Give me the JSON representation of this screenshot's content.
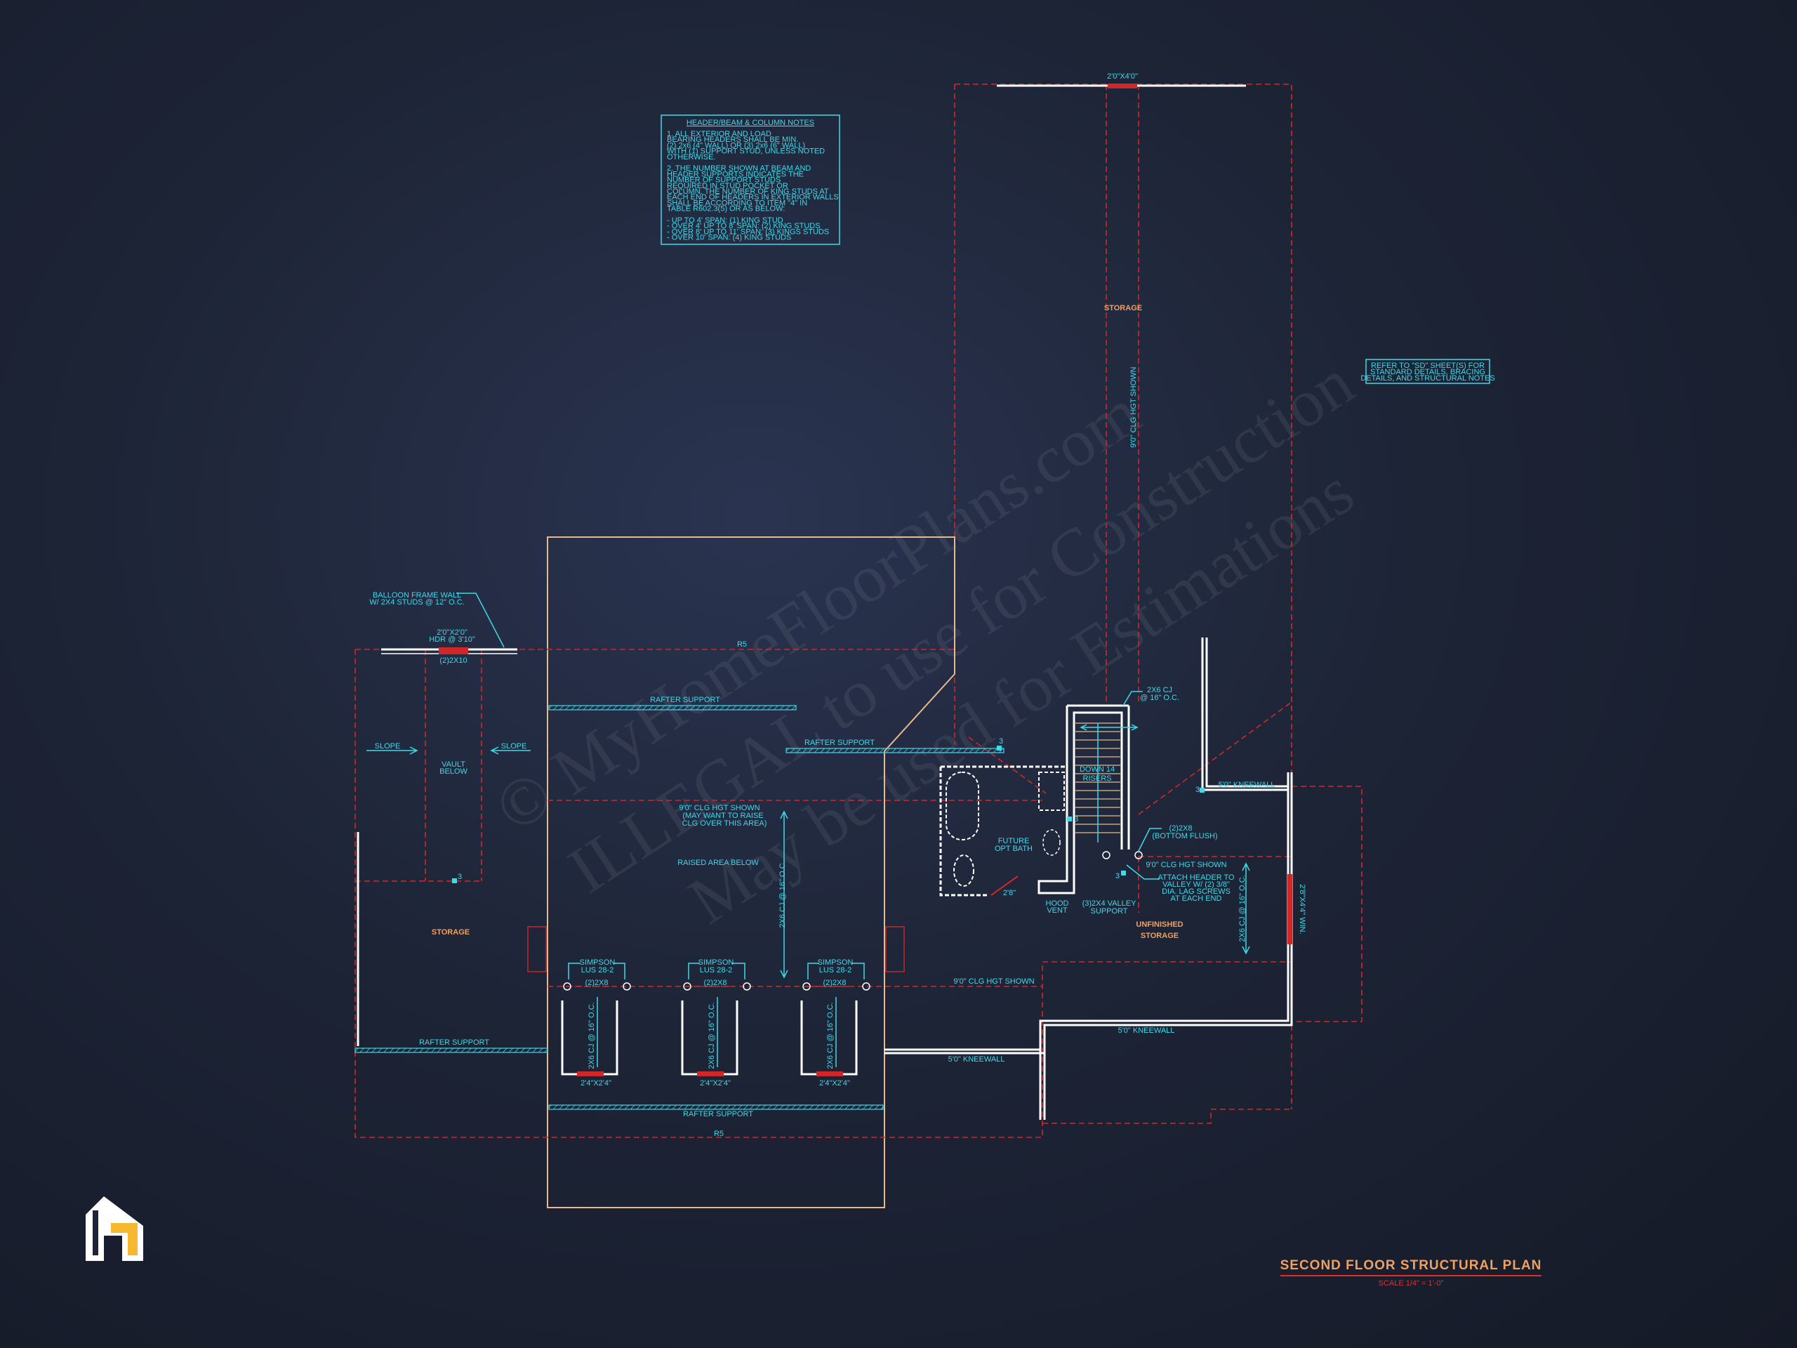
{
  "notes": {
    "title": "HEADER/BEAM & COLUMN NOTES",
    "lines": [
      "1. ALL EXTERIOR AND LOAD",
      "BEARING HEADERS SHALL BE MIN.",
      "(2) 2x6 (4\" WALL) OR (3) 2x6 (6\" WALL)",
      "WITH (1) SUPPORT STUD, UNLESS NOTED",
      "OTHERWISE.",
      "",
      "2. THE NUMBER SHOWN AT BEAM AND",
      "HEADER SUPPORTS INDICATES THE",
      "NUMBER OF SUPPORT STUDS",
      "REQUIRED IN STUD POCKET OR",
      "COLUMN. THE NUMBER OF KING STUDS AT",
      "EACH END OF HEADERS IN EXTERIOR WALLS",
      "SHALL BE ACCORDING TO ITEM \"4\" IN",
      "TABLE R602.3(5) OR AS BELOW:",
      "",
      "- UP TO 4' SPAN: (1) KING STUD",
      "- OVER 4' UP TO 8' SPAN: (2) KING STUDS",
      "- OVER 8' UP TO 11' SPAN: (3) KINGS STUDS",
      "- OVER 10' SPAN: (4) KING STUDS"
    ]
  },
  "refer_note": [
    "REFER TO \"SD\" SHEET(S) FOR",
    "STANDARD DETAILS, BRACING",
    "DETAILS, AND STRUCTURAL NOTES"
  ],
  "watermark": {
    "line1": "© MyHomeFloorPlans.com",
    "line2": "ILLEGAL to use for Construction",
    "line3": "May be used for Estimations"
  },
  "labels": {
    "storage_top": "STORAGE",
    "storage_left": "STORAGE",
    "unfinished_1": "UNFINISHED",
    "unfinished_2": "STORAGE",
    "window_top": "2'0\"X4'0\"",
    "clg_vertical": "9'0\" CLG HGT SHOWN",
    "balloon_1": "BALLOON FRAME WALL",
    "balloon_2": "W/ 2X4 STUDS @ 12\" O.C.",
    "hdr_1": "2'0\"X2'0\"",
    "hdr_2": "HDR @ 3'10\"",
    "hdr_3": "(2)2X10",
    "r5_top": "R5",
    "r5_bottom": "R5",
    "rafter_support_1": "RAFTER SUPPORT",
    "rafter_support_2": "RAFTER SUPPORT",
    "rafter_support_3": "RAFTER SUPPORT",
    "rafter_support_4": "RAFTER SUPPORT",
    "slope_left": "SLOPE",
    "slope_right": "SLOPE",
    "vault_1": "VAULT",
    "vault_2": "BELOW",
    "clg_mid_1": "9'0\" CLG HGT SHOWN",
    "clg_mid_2": "(MAY WANT TO RAISE",
    "clg_mid_3": "CLG OVER THIS AREA)",
    "raised_area": "RAISED AREA BELOW",
    "cj_mid": "2X6 CJ @ 16\" O.C.",
    "simpson_1": "SIMPSON",
    "simpson_2": "LUS 28-2",
    "simpson_3": "(2)2X8",
    "cj_small": "2X6 CJ @ 16\" O.C.",
    "opening": "2'4\"X2'4\"",
    "clg_lower": "9'0\" CLG HGT SHOWN",
    "kneewall_1": "5'0\" KNEEWALL",
    "kneewall_2": "5'0\" KNEEWALL",
    "kneewall_3": "5'0\" KNEEWALL",
    "cj_stair_1": "2X6 CJ",
    "cj_stair_2": "@ 16\" O.C.",
    "down_1": "DOWN 14",
    "down_2": "RISERS",
    "bath_1": "FUTURE",
    "bath_2": "OPT BATH",
    "dim_28": "2'8\"",
    "hood_1": "HOOD",
    "hood_2": "VENT",
    "valley_1": "(3)2X4 VALLEY",
    "valley_2": "SUPPORT",
    "flush_1": "(2)2X8",
    "flush_2": "(BOTTOM FLUSH)",
    "clg_right": "9'0\" CLG HGT SHOWN",
    "attach_1": "ATTACH HEADER TO",
    "attach_2": "VALLEY W/ (2) 3/8\"",
    "attach_3": "DIA. LAG SCREWS",
    "attach_4": "AT EACH END",
    "cj_right": "2X6 CJ @ 16\" O.C.",
    "win_right": "2'8\"X4'4\" WIN.",
    "num3": "3"
  },
  "title": {
    "main": "SECOND FLOOR STRUCTURAL PLAN",
    "scale": "SCALE 1/4\" = 1'-0\""
  },
  "colors": {
    "background": "#1d2436",
    "cyan": "#3fd9e8",
    "red": "#d02828",
    "orange": "#f0a060",
    "tan": "#e8b98a",
    "logo_white": "#ffffff",
    "logo_gold": "#f5b82e"
  }
}
